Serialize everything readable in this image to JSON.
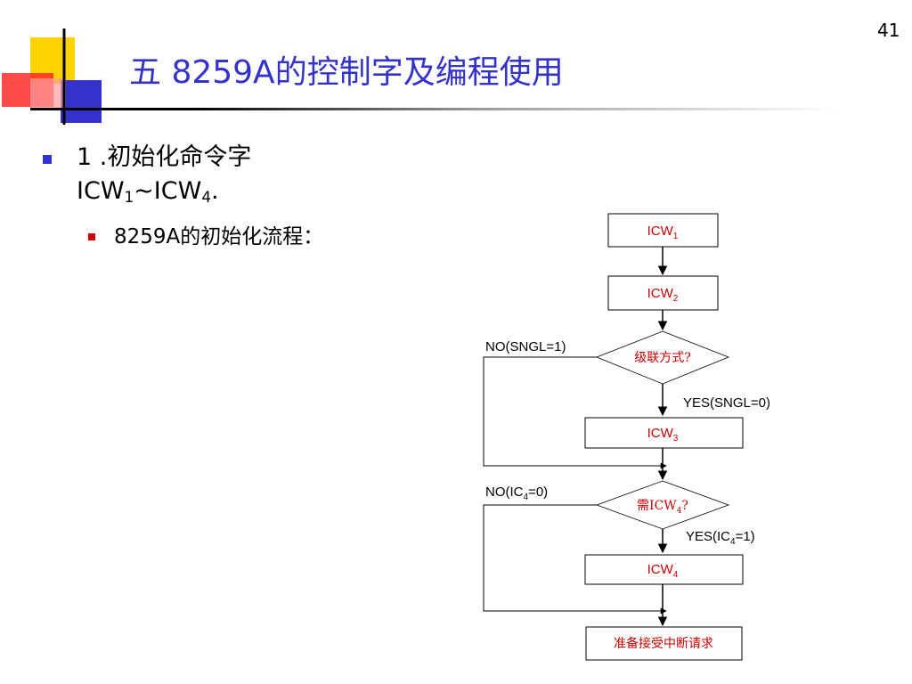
{
  "slide": {
    "page_number": "41",
    "title": "五 8259A的控制字及编程使用"
  },
  "bullets": {
    "item1_prefix": "1 .初始化命令字",
    "item1_icw": "ICW",
    "item1_sub1": "1",
    "item1_tilde": "~ICW",
    "item1_sub4": "4",
    "item1_end": ".",
    "item2": "8259A的初始化流程："
  },
  "flowchart": {
    "box_icw": "ICW",
    "sub1": "1",
    "sub2": "2",
    "sub3": "3",
    "sub4": "4",
    "diamond1": "级联方式?",
    "diamond2_pre": "需ICW",
    "diamond2_post": "?",
    "no_sngl": "NO(SNGL=1)",
    "yes_sngl": "YES(SNGL=0)",
    "no_ic4_pre": "NO(IC",
    "no_ic4_post": "=0)",
    "yes_ic4_pre": "YES(IC",
    "yes_ic4_post": "=1)",
    "final_box": "准备接受中断请求"
  },
  "colors": {
    "title": "#3333cc",
    "bullet1": "#3333cc",
    "bullet2": "#cc0000",
    "flow_text": "#cc0000"
  }
}
